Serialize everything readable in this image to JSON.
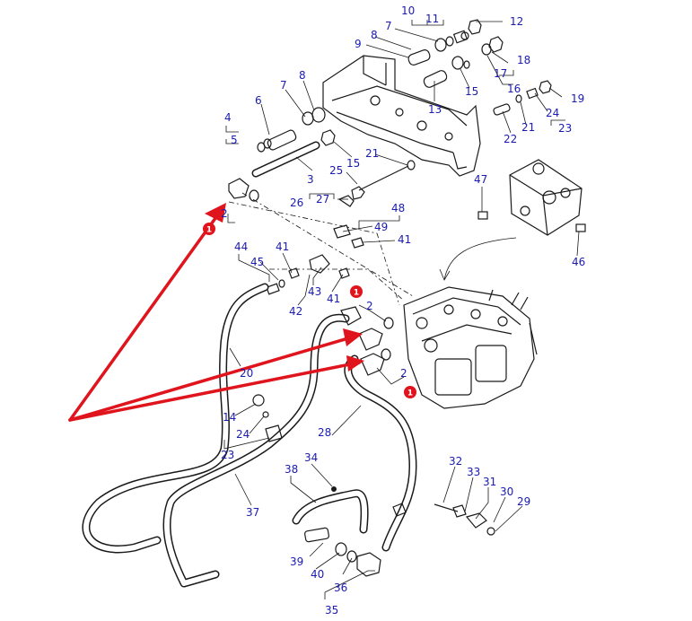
{
  "colors": {
    "callout": "#1b1bb0",
    "arrow": "#e0141c",
    "marker": "#e0141c",
    "line": "#1a1a1a"
  },
  "callouts": [
    {
      "id": "c10",
      "label": "10"
    },
    {
      "id": "c11",
      "label": "11"
    },
    {
      "id": "c12",
      "label": "12"
    },
    {
      "id": "c7a",
      "label": "7"
    },
    {
      "id": "c8a",
      "label": "8"
    },
    {
      "id": "c9",
      "label": "9"
    },
    {
      "id": "c17",
      "label": "17"
    },
    {
      "id": "c18",
      "label": "18"
    },
    {
      "id": "c15a",
      "label": "15"
    },
    {
      "id": "c16",
      "label": "16"
    },
    {
      "id": "c13",
      "label": "13"
    },
    {
      "id": "c19",
      "label": "19"
    },
    {
      "id": "c24a",
      "label": "24"
    },
    {
      "id": "c21a",
      "label": "21"
    },
    {
      "id": "c22",
      "label": "22"
    },
    {
      "id": "c23a",
      "label": "23"
    },
    {
      "id": "c8b",
      "label": "8"
    },
    {
      "id": "c7b",
      "label": "7"
    },
    {
      "id": "c6",
      "label": "6"
    },
    {
      "id": "c4",
      "label": "4"
    },
    {
      "id": "c5",
      "label": "5"
    },
    {
      "id": "c15b",
      "label": "15"
    },
    {
      "id": "c3",
      "label": "3"
    },
    {
      "id": "c21b",
      "label": "21"
    },
    {
      "id": "c25",
      "label": "25"
    },
    {
      "id": "c26",
      "label": "26"
    },
    {
      "id": "c27",
      "label": "27"
    },
    {
      "id": "c2a",
      "label": "2"
    },
    {
      "id": "c47",
      "label": "47"
    },
    {
      "id": "c48",
      "label": "48"
    },
    {
      "id": "c49",
      "label": "49"
    },
    {
      "id": "c41a",
      "label": "41"
    },
    {
      "id": "c46",
      "label": "46"
    },
    {
      "id": "c44",
      "label": "44"
    },
    {
      "id": "c41b",
      "label": "41"
    },
    {
      "id": "c45",
      "label": "45"
    },
    {
      "id": "c43",
      "label": "43"
    },
    {
      "id": "c41c",
      "label": "41"
    },
    {
      "id": "c42",
      "label": "42"
    },
    {
      "id": "c2b",
      "label": "2"
    },
    {
      "id": "c2c",
      "label": "2"
    },
    {
      "id": "c20",
      "label": "20"
    },
    {
      "id": "c14",
      "label": "14"
    },
    {
      "id": "c24b",
      "label": "24"
    },
    {
      "id": "c23b",
      "label": "23"
    },
    {
      "id": "c28",
      "label": "28"
    },
    {
      "id": "c34",
      "label": "34"
    },
    {
      "id": "c38",
      "label": "38"
    },
    {
      "id": "c32",
      "label": "32"
    },
    {
      "id": "c33",
      "label": "33"
    },
    {
      "id": "c31",
      "label": "31"
    },
    {
      "id": "c30",
      "label": "30"
    },
    {
      "id": "c29",
      "label": "29"
    },
    {
      "id": "c37",
      "label": "37"
    },
    {
      "id": "c39",
      "label": "39"
    },
    {
      "id": "c40",
      "label": "40"
    },
    {
      "id": "c36",
      "label": "36"
    },
    {
      "id": "c35",
      "label": "35"
    }
  ],
  "markers": [
    {
      "id": "m1",
      "label": "1"
    },
    {
      "id": "m2",
      "label": "1"
    },
    {
      "id": "m3",
      "label": "1"
    }
  ]
}
